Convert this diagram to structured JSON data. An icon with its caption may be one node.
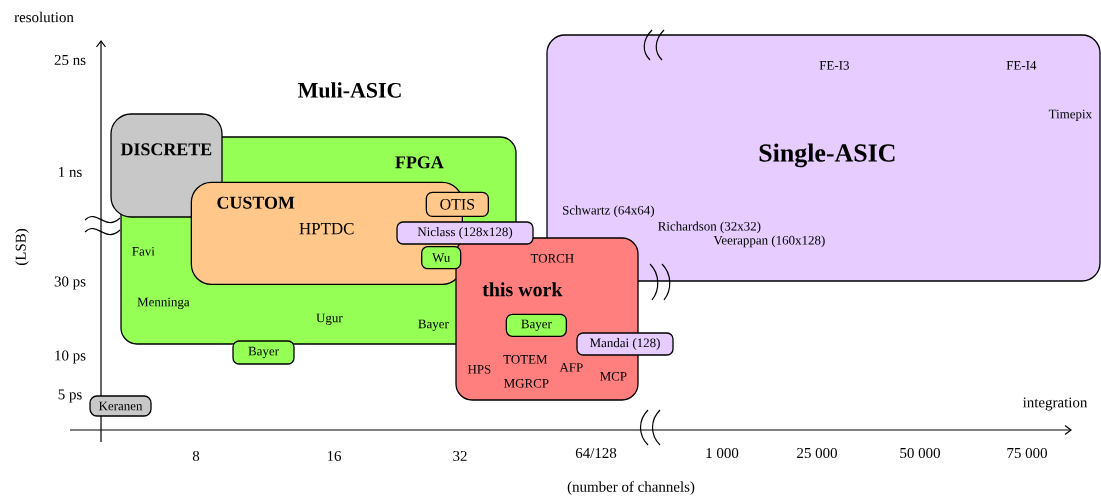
{
  "diagram": {
    "nodes": [
      {
        "text": [
          "FE-I3",
          "FE-I4",
          "Timepix",
          "Single-ASIC",
          "Schwartz (64x64)",
          "Richardson (32x32)",
          "Veerappan (160x128)"
        ]
      },
      {
        "text": [
          "FPGA",
          "Favi",
          "Menninga",
          "Ugur",
          "Bayer"
        ]
      },
      {
        "text": [
          "DISCRETE"
        ]
      },
      {
        "text": [
          "CUSTOM",
          "HPTDC"
        ],
        "in": 1
      },
      {
        "text": [
          "OTIS"
        ],
        "in": 1
      },
      {
        "text": [
          "Niclass (128x128)"
        ]
      },
      {
        "text": [
          "Wu"
        ],
        "in": 3
      },
      {
        "text": [
          "TORCH",
          "this work",
          "TOTEM",
          "HPS",
          "AFP",
          "MCP",
          "MGRCP"
        ]
      },
      {
        "text": [
          "Bayer"
        ],
        "in": 7
      },
      {
        "text": [
          "Mandai (128)"
        ]
      },
      {
        "text": [
          "Bayer"
        ]
      },
      {
        "text": [
          "Keranen"
        ]
      }
    ],
    "labels": [
      "resolution",
      "25 ns",
      "Muli-ASIC",
      "1 ns",
      "(LSB)",
      "30 ps",
      "10 ps",
      "5 ps",
      "integration",
      "8",
      "16",
      "32",
      "64/128",
      "1 000",
      "25 000",
      "50 000",
      "75 000",
      "(number of channels)"
    ]
  }
}
